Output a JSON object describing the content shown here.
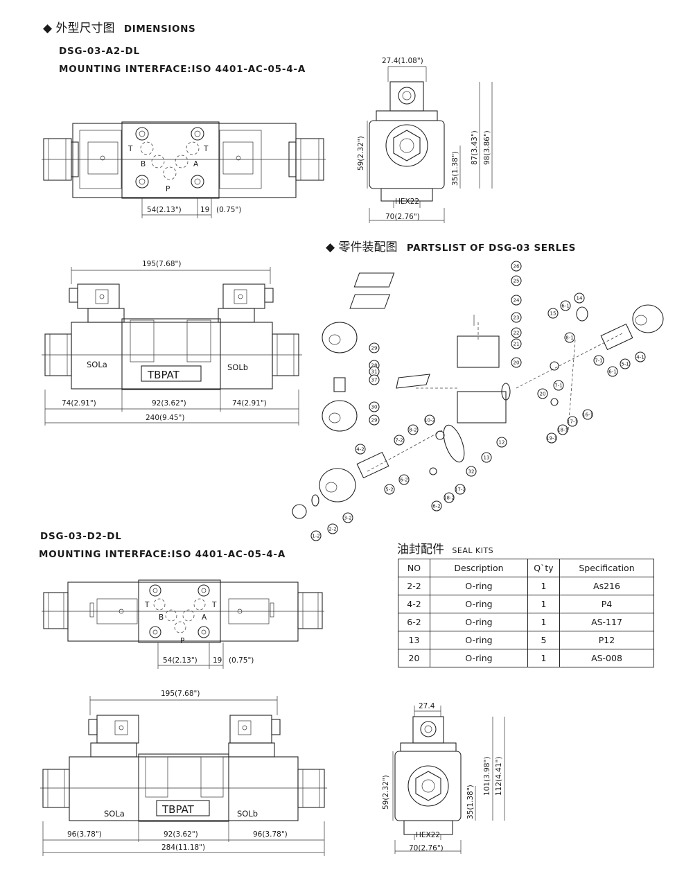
{
  "sections": {
    "dimensions": {
      "cn": "外型尺寸图",
      "en": "DIMENSIONS"
    },
    "partslist": {
      "cn": "零件装配图",
      "en": "PARTSLIST OF DSG-03 SERLES"
    },
    "sealkits": {
      "cn": "油封配件",
      "en": "SEAL KITS"
    }
  },
  "bullet": "◆",
  "model_a": {
    "name": "DSG-03-A2-DL",
    "interface": "MOUNTING INTERFACE:ISO 4401-AC-05-4-A"
  },
  "model_d": {
    "name": "DSG-03-D2-DL",
    "interface": "MOUNTING INTERFACE:ISO 4401-AC-05-4-A"
  },
  "top_a": {
    "dim_54": "54(2.13\")",
    "dim_19": "19",
    "dim_075": "(0.75\")",
    "port_t1": "T",
    "port_t2": "T",
    "port_b": "B",
    "port_a": "A",
    "port_p": "P"
  },
  "side_a": {
    "dim_27": "27.4(1.08\")",
    "dim_59": "59(2.32\")",
    "dim_87": "87(3.43\")",
    "dim_98": "98(3.86\")",
    "dim_35": "35(1.38\")",
    "hex": "HEX22",
    "dim_70": "70(2.76\")"
  },
  "front_a": {
    "dim_195": "195(7.68\")",
    "sol_a": "SOLa",
    "sol_b": "SOLb",
    "tbpat": "TBPAT",
    "dim_74l": "74(2.91\")",
    "dim_92": "92(3.62\")",
    "dim_74r": "74(2.91\")",
    "dim_240": "240(9.45\")"
  },
  "top_d": {
    "dim_54": "54(2.13\")",
    "dim_19": "19",
    "dim_075": "(0.75\")",
    "port_t1": "T",
    "port_t2": "T",
    "port_b": "B",
    "port_a": "A",
    "port_p": "P"
  },
  "front_d": {
    "dim_195": "195(7.68\")",
    "sol_a": "SOLa",
    "sol_b": "SOLb",
    "tbpat": "TBPAT",
    "dim_96l": "96(3.78\")",
    "dim_92": "92(3.62\")",
    "dim_96r": "96(3.78\")",
    "dim_284": "284(11.18\")"
  },
  "side_d": {
    "dim_27": "27.4",
    "dim_59": "59(2.32\")",
    "dim_101": "101(3.98\")",
    "dim_112": "112(4.41\")",
    "dim_35": "35(1.38\")",
    "hex": "HEX22",
    "dim_70": "70(2.76\")"
  },
  "callouts": [
    "26",
    "25",
    "24",
    "23",
    "22",
    "21",
    "20",
    "29",
    "28",
    "31",
    "37",
    "30",
    "29",
    "14",
    "6-1",
    "15",
    "8-1",
    "7-1",
    "6-1",
    "5-1",
    "4-1",
    "20",
    "7-1",
    "16-1",
    "17-1",
    "18-1",
    "19-1",
    "12",
    "13",
    "32",
    "10-2",
    "8-2",
    "7-2",
    "6-2",
    "5-2",
    "4-2",
    "3-2",
    "2-2",
    "1-2",
    "17-2",
    "18-2",
    "6-2"
  ],
  "seal_table": {
    "headers": [
      "NO",
      "Description",
      "Q`ty",
      "Specification"
    ],
    "rows": [
      [
        "2-2",
        "O-ring",
        "1",
        "As216"
      ],
      [
        "4-2",
        "O-ring",
        "1",
        "P4"
      ],
      [
        "6-2",
        "O-ring",
        "1",
        "AS-117"
      ],
      [
        "13",
        "O-ring",
        "5",
        "P12"
      ],
      [
        "20",
        "O-ring",
        "1",
        "AS-008"
      ]
    ]
  }
}
